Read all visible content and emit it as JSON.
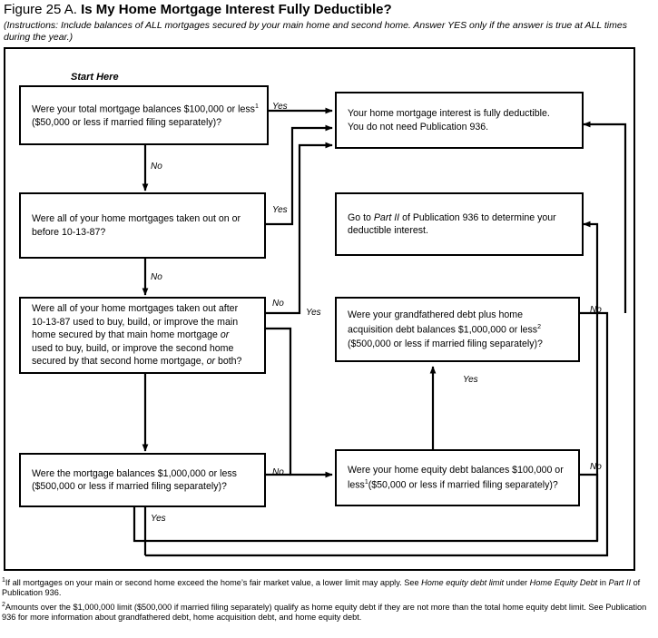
{
  "figure": {
    "number": "Figure 25 A.",
    "title": "Is My Home Mortgage Interest Fully Deductible?",
    "instructions": "(Instructions: Include balances of ALL mortgages secured by your main home and second home. Answer YES only if the answer is true at ALL times during the year.)",
    "start_label": "Start Here"
  },
  "boxes": {
    "q1": {
      "line1": "Were your total mortgage balances $100,000 or less",
      "sup1": "1",
      "line2": "($50,000 or less if married filing separately)?"
    },
    "q2": {
      "line1": "Were all of your home mortgages taken out on or",
      "line2": "before 10-13-87?"
    },
    "q3": {
      "line1": "Were all of your home mortgages taken out after",
      "line2": "10-13-87 used to buy, build, or improve the main",
      "line3a": "home secured by that main home mortgage ",
      "line3b": "or",
      "line4": "used to buy, build, or improve the second home",
      "line5a": "secured by that second home mortgage, ",
      "line5b": "or",
      "line5c": " both?"
    },
    "q4": {
      "line1": "Were the mortgage balances $1,000,000 or less",
      "line2": "($500,000 or less if married filing separately)?"
    },
    "q5": {
      "line1": "Were your grandfathered debt plus home",
      "line2a": "acquisition debt balances $1,000,000 or less",
      "sup2": "2",
      "line3": "($500,000 or less if married filing separately)?"
    },
    "q6": {
      "line1": "Were your home equity debt balances $100,000 or",
      "line2a": "less",
      "sup1": "1",
      "line2b": "($50,000 or less if married filing separately)?"
    },
    "r1": {
      "line1": "Your home mortgage interest is fully deductible.",
      "line2": "You do not need Publication 936."
    },
    "r2": {
      "line1a": "Go to ",
      "line1b": "Part II",
      "line1c": " of Publication 936 to determine your",
      "line2": "deductible interest."
    }
  },
  "edges": {
    "q1_yes": "Yes",
    "q1_no": "No",
    "q2_yes": "Yes",
    "q2_no": "No",
    "q3_no": "No",
    "q3_yes": "Yes",
    "q4_no": "No",
    "q4_yes": "Yes",
    "q5_yes_in": "Yes",
    "q5_no": "No",
    "q6_no": "No",
    "q5_to_r1": "Yes"
  },
  "footnotes": [
    {
      "mark": "1",
      "parts": [
        {
          "t": "If all mortgages on your main or second home exceed the home",
          "i": false
        },
        {
          "t": "’s fair market value, a lower limit may apply. See ",
          "i": false
        },
        {
          "t": "Home equity debt limit",
          "i": true
        },
        {
          "t": " under ",
          "i": false
        },
        {
          "t": "Home Equity Debt",
          "i": true
        },
        {
          "t": " in ",
          "i": false
        },
        {
          "t": "Part II",
          "i": true
        },
        {
          "t": " of Publication 936.",
          "i": false
        }
      ]
    },
    {
      "mark": "2",
      "parts": [
        {
          "t": "Amounts over the $1,000,000 limit ($500,000 if married filing separately) qualify as home equity debt if they are not more than the total home equity debt limit. See Publication 936 for more information about grandfathered debt, home acquisition debt, and home equity debt.",
          "i": false
        }
      ]
    }
  ]
}
